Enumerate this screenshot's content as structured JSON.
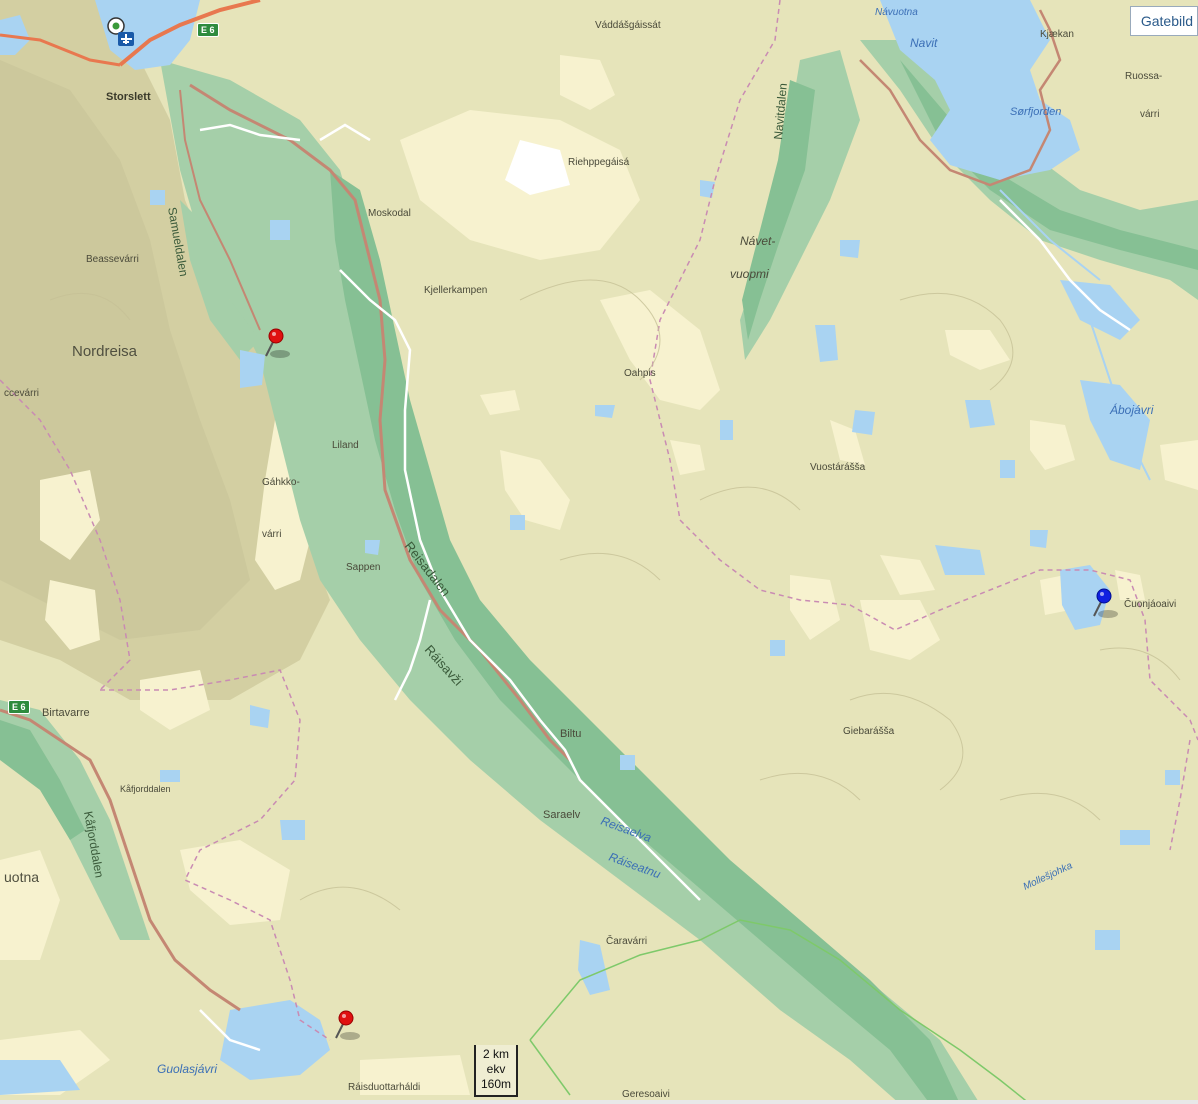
{
  "map": {
    "layer_button": "Gatebild",
    "scale": {
      "line1": "2 km",
      "line2": "ekv",
      "line3": "160m"
    },
    "road_shields": [
      "E 6",
      "E 6"
    ],
    "colors": {
      "land": "#e8e6bc",
      "highland": "#f6f1cc",
      "forest": "#9cc9a3",
      "valley": "#86bf93",
      "water": "#a9d3f2",
      "road_main": "#c8856b",
      "road_minor": "#ffffff",
      "trail": "#c98bb3",
      "border": "#7ec96a",
      "pin_red": "#e01010",
      "pin_blue": "#1020e0"
    },
    "markers": [
      {
        "icon": "red-pushpin-icon",
        "color": "red"
      },
      {
        "icon": "red-pushpin-icon",
        "color": "red"
      },
      {
        "icon": "blue-pushpin-icon",
        "color": "blue"
      }
    ],
    "labels": {
      "storslett": "Storslett",
      "vaddasgaissat": "Váddášgáissát",
      "navuotna": "Návuotna",
      "navit": "Navit",
      "kjaekan": "Kjækan",
      "ruossa1": "Ruossa-",
      "ruossa2": "várri",
      "sorfjorden": "Sørfjorden",
      "riehppegaisa": "Riehppegáisá",
      "navitdalen": "Navitdalen",
      "moskodal": "Moskodal",
      "samueldalen": "Samueldalen",
      "beassevarri": "Beassevárri",
      "navet1": "Návet-",
      "navet2": "vuopmi",
      "kjellerkampen": "Kjellerkampen",
      "nordreisa": "Nordreisa",
      "oahpis": "Oahpis",
      "abojavri": "Ábojávri",
      "ccevarri": "ccevárri",
      "liland": "Liland",
      "vuostarassa": "Vuostárášša",
      "gahkko1": "Gáhkko-",
      "gahkko2": "várri",
      "reisadalen": "Reisadalen",
      "sappen": "Sappen",
      "cuonjaoaivi": "Čuonjáoaivi",
      "raisavzi": "Ráisavži",
      "birtavarre": "Birtavarre",
      "biltu": "Biltu",
      "giebarassa": "Giebarášša",
      "kafjorddalen_sm": "Kåfjorddalen",
      "kafjorddalen": "Kåfjorddalen",
      "saraelv": "Saraelv",
      "reisaelva": "Reisaelva",
      "raiseatnu": "Ráiseatnu",
      "mollesjohka": "Mollešjohka",
      "uotna": "uotna",
      "caravarri": "Čaravárri",
      "guolasjavri": "Guolasjávri",
      "raisduottarhaldi": "Ráisduottarháldi",
      "geresoaivi": "Geresoaivi"
    }
  }
}
